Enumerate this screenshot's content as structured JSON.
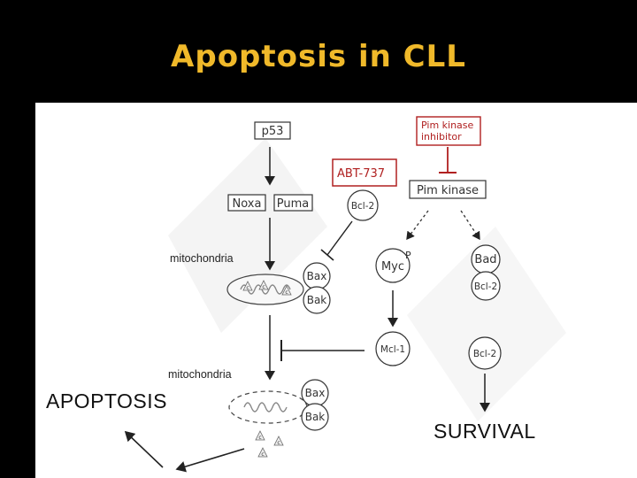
{
  "slide": {
    "title": "Apoptosis in CLL"
  },
  "diagram": {
    "p53": "p53",
    "noxa": "Noxa",
    "puma": "Puma",
    "abt737": "ABT-737",
    "bcl2_top": "Bcl-2",
    "pim_inhibitor_line1": "Pim kinase",
    "pim_inhibitor_line2": "inhibitor",
    "pim_kinase": "Pim kinase",
    "myc": "Myc",
    "phospho": "P",
    "bad": "Bad",
    "bcl2_under_bad": "Bcl-2",
    "mcl1": "Mcl-1",
    "bcl2_right": "Bcl-2",
    "mito_label_1": "mitochondria",
    "mito_label_2": "mitochondria",
    "bax_1": "Bax",
    "bak_1": "Bak",
    "bax_2": "Bax",
    "bak_2": "Bak",
    "cyto_c": "c",
    "apoptosis": "APOPTOSIS",
    "survival": "SURVIVAL"
  },
  "colors": {
    "title": "#f0b92a",
    "background": "#000000",
    "panel": "#ffffff",
    "inhibitor_red": "#b02020"
  }
}
